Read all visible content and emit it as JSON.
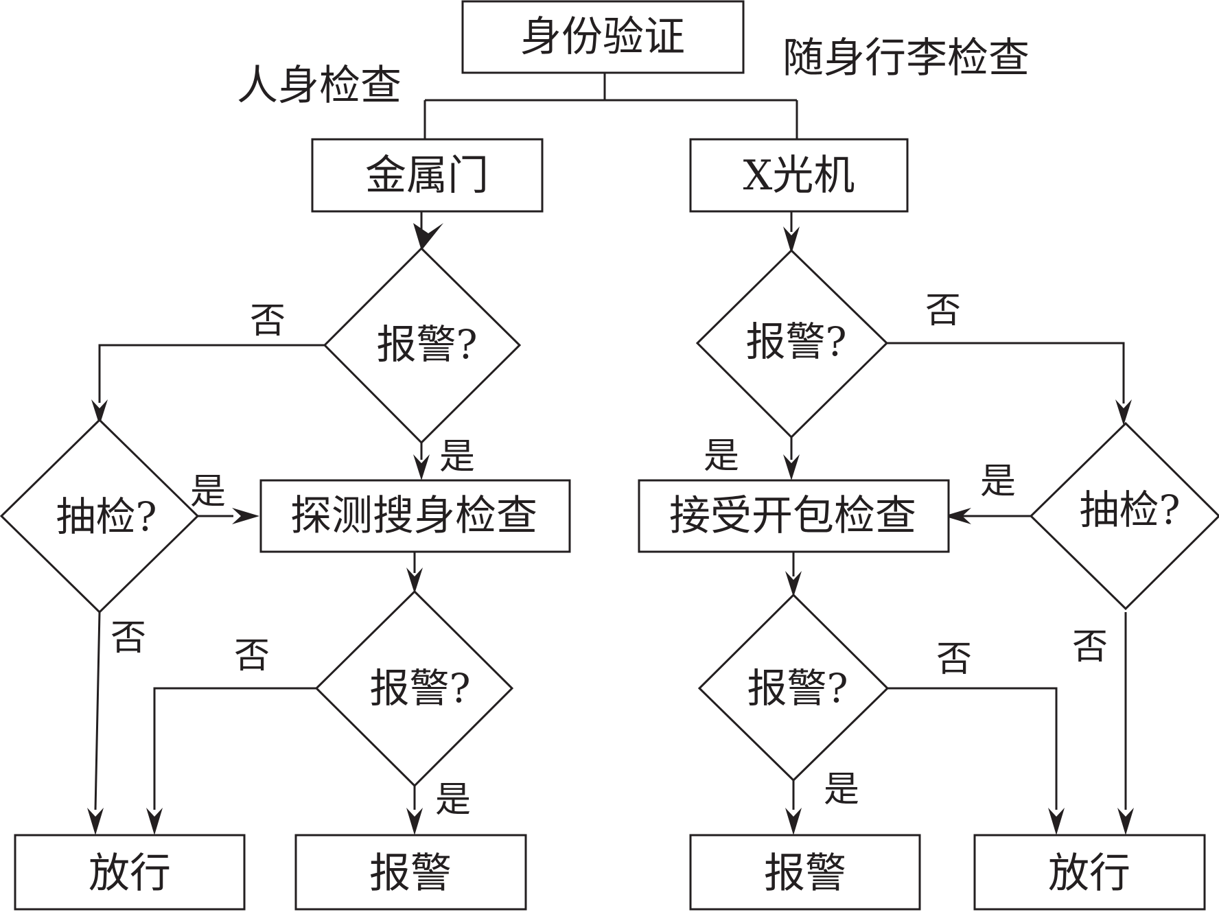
{
  "diagram": {
    "nodes": {
      "identity": "身份验证",
      "metal_door": "金属门",
      "xray": "X光机",
      "left_alarm_q": "报警?",
      "right_alarm_q": "报警?",
      "left_sample_q": "抽检?",
      "right_sample_q": "抽检?",
      "body_search": "探测搜身检查",
      "bag_open": "接受开包检查",
      "left_alarm_q2": "报警?",
      "right_alarm_q2": "报警?",
      "left_release": "放行",
      "left_alarm_out": "报警",
      "right_alarm_out": "报警",
      "right_release": "放行"
    },
    "branch_labels": {
      "personal_check": "人身检查",
      "luggage_check": "随身行李检查"
    },
    "edge_labels": {
      "no": "否",
      "yes": "是"
    }
  }
}
